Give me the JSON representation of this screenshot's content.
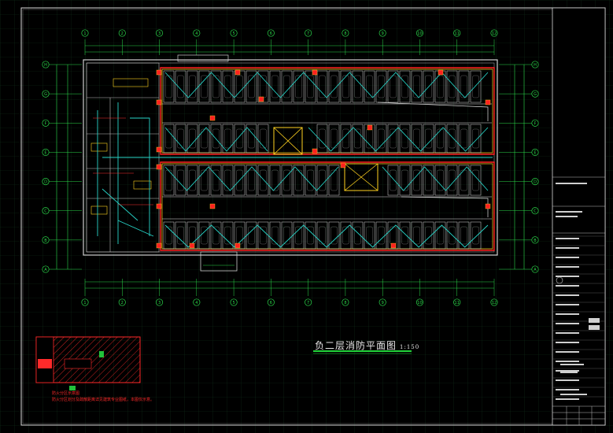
{
  "drawing": {
    "title": "负二层消防平面图",
    "scale": "1:150"
  },
  "axes": {
    "columns": [
      "1",
      "2",
      "3",
      "4",
      "5",
      "6",
      "7",
      "8",
      "9",
      "10",
      "11",
      "12"
    ],
    "rows": [
      "H",
      "G",
      "F",
      "E",
      "D",
      "C",
      "B",
      "A"
    ]
  },
  "notes": {
    "legend_title": "防火分区示意图",
    "legend_text": "防火分区划分及疏散距离详见建筑专业图纸，本图仅示意。"
  },
  "colors": {
    "background": "#000000",
    "grid": "#0f2a14",
    "axis_line": "#2bd94a",
    "wall": "#cfcfcf",
    "fire_zone": "#ff2020",
    "sprinkler_pipe": "#27d6c9",
    "parking": "#e0e0e0",
    "core_yellow": "#ffd21f"
  }
}
